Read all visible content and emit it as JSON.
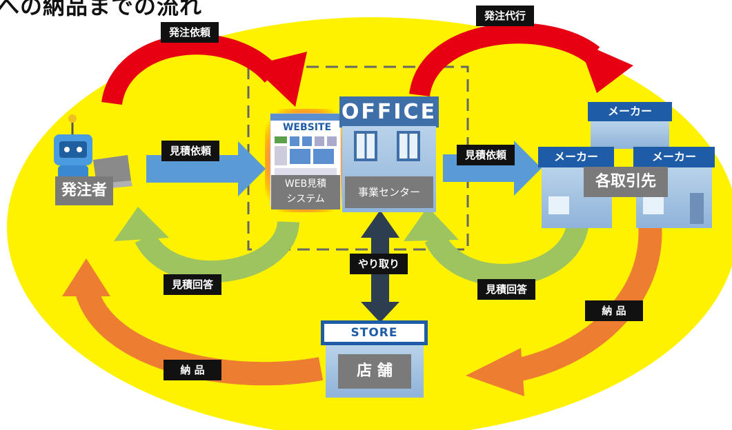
{
  "title": "への納品までの流れ",
  "colors": {
    "background": "#fff200",
    "red_arrow": "#e60012",
    "blue_arrow": "#5b9bd5",
    "green_arrow": "#9dc45f",
    "orange_arrow": "#ed7d31",
    "navy_arrow": "#2d3e50",
    "label_bg": "#111111",
    "box_gray": "#7a7a7a",
    "store_blue": "#1f5ca8"
  },
  "nodes": {
    "orderer": {
      "label": "発注者",
      "icon": "robot-with-laptop-icon"
    },
    "web_system": {
      "label_line1": "WEB見積",
      "label_line2": "システム",
      "screen_text": "WEBSITE",
      "icon": "website-screen-icon"
    },
    "office": {
      "sign": "OFFICE",
      "label": "事業センター",
      "icon": "office-building-icon"
    },
    "suppliers": {
      "label": "各取引先",
      "maker_signs": [
        "メーカー",
        "メーカー",
        "メーカー"
      ],
      "icon": "maker-factory-icon"
    },
    "store": {
      "sign": "STORE",
      "label": "店 舗",
      "icon": "store-building-icon"
    }
  },
  "flows": {
    "order_request": "発注依頼",
    "order_proxy": "発注代行",
    "estimate_request_left": "見積依頼",
    "estimate_request_right": "見積依頼",
    "estimate_reply_left": "見積回答",
    "estimate_reply_right": "見積回答",
    "exchange": "やり取り",
    "delivery_right": "納 品",
    "delivery_left": "納 品"
  }
}
